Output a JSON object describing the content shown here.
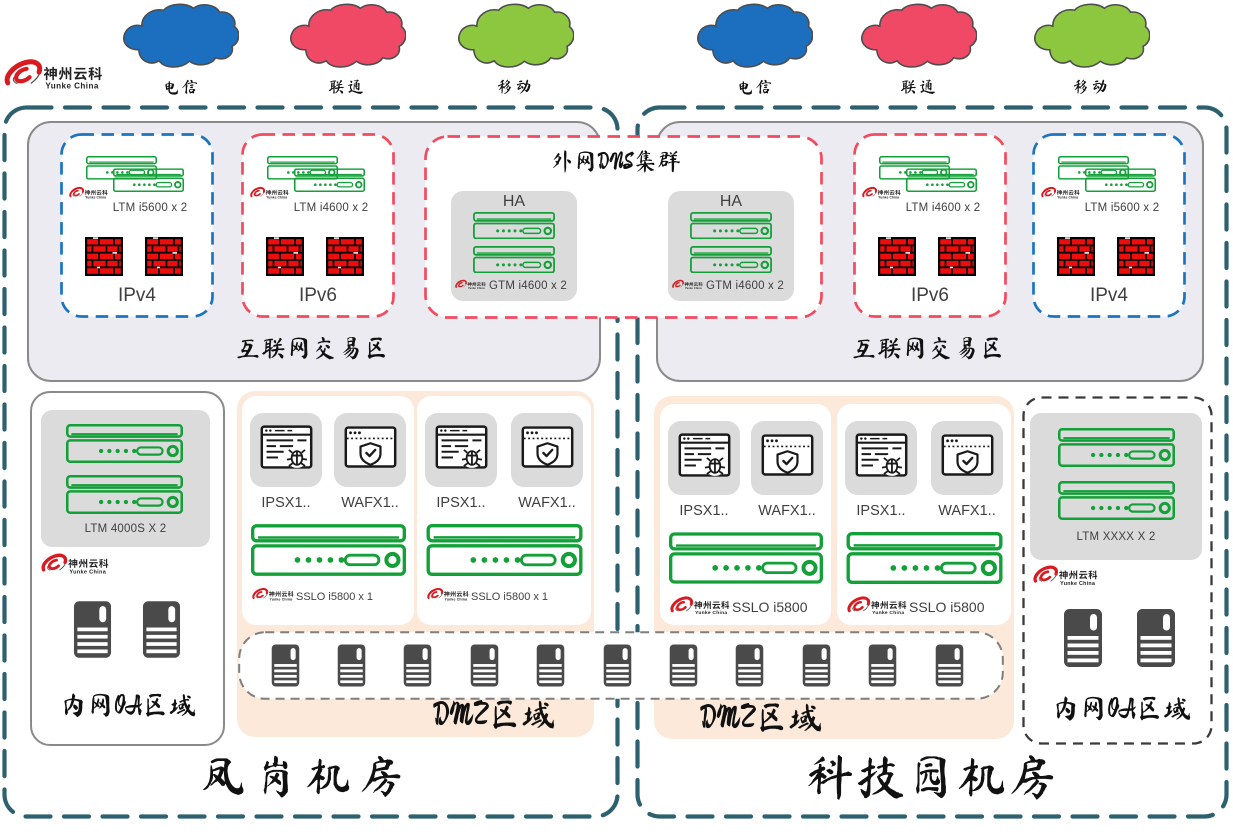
{
  "logo": {
    "brand_cn": "神州云科",
    "brand_en": "Yunke China"
  },
  "isp_clouds": {
    "left": [
      {
        "name": "电信",
        "color": "#1B6FBE"
      },
      {
        "name": "联通",
        "color": "#EF4965"
      },
      {
        "name": "移动",
        "color": "#8DC63F"
      }
    ],
    "right": [
      {
        "name": "电信",
        "color": "#1B6FBE"
      },
      {
        "name": "联通",
        "color": "#EF4965"
      },
      {
        "name": "移动",
        "color": "#8DC63F"
      }
    ]
  },
  "dns_cluster": {
    "title": "外网DNS集群",
    "ha": [
      {
        "label": "HA",
        "device": "GTM i4600 x 2"
      },
      {
        "label": "HA",
        "device": "GTM i4600 x 2"
      }
    ]
  },
  "datacenters": [
    {
      "name": "凤岗机房",
      "internet_zone": {
        "label": "互联网交易区",
        "groups": [
          {
            "name": "IPv4",
            "device": "LTM i5600 x 2"
          },
          {
            "name": "IPv6",
            "device": "LTM i4600 x 2"
          }
        ]
      },
      "oa_zone": {
        "label": "内网OA区域",
        "device": "LTM 4000S X 2"
      },
      "dmz": {
        "label": "DMZ区域",
        "clusters": [
          {
            "ips": "IPSX1..",
            "waf": "WAFX1..",
            "sslo": "SSLO i5800 x 1"
          },
          {
            "ips": "IPSX1..",
            "waf": "WAFX1..",
            "sslo": "SSLO i5800 x 1"
          }
        ]
      }
    },
    {
      "name": "科技园机房",
      "internet_zone": {
        "label": "互联网交易区",
        "groups": [
          {
            "name": "IPv6",
            "device": "LTM i4600 x 2"
          },
          {
            "name": "IPv4",
            "device": "LTM i5600 x 2"
          }
        ]
      },
      "oa_zone": {
        "label": "内网OA区域",
        "device": "LTM XXXX X 2"
      },
      "dmz": {
        "label": "DMZ区域",
        "clusters": [
          {
            "ips": "IPSX1..",
            "waf": "WAFX1..",
            "sslo": "SSLO i5800"
          },
          {
            "ips": "IPSX1..",
            "waf": "WAFX1..",
            "sslo": "SSLO i5800"
          }
        ]
      }
    }
  ],
  "server_row": {
    "server_count": "11"
  },
  "colors": {
    "zone_border_teal": "#2D6170",
    "ipv4_dash": "#1B74BF",
    "ipv6_dash": "#F14B60",
    "appliance_green": "#13A038",
    "dmz_fill": "#FCE9D9",
    "internet_zone_fill": "#EDEBF2",
    "tile_fill": "#DBDBDB",
    "firewall_red": "#E81010",
    "tower_gray": "#4A4A4A",
    "logo_red": "#D81A21",
    "cloud_blue": "#1B6FBE",
    "cloud_red": "#EF4965",
    "cloud_green": "#8DC63F"
  }
}
